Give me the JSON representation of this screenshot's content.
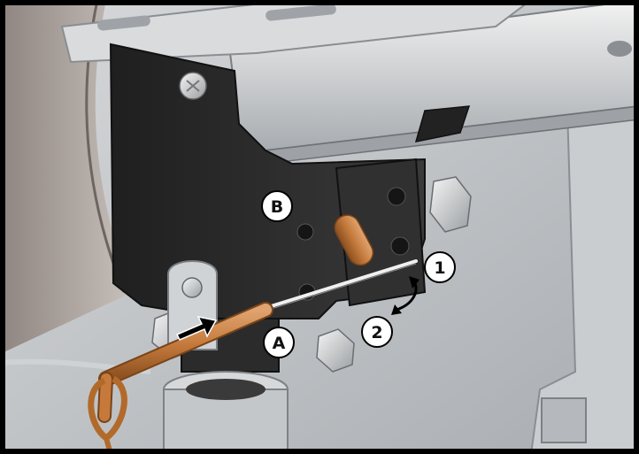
{
  "callouts": {
    "a": "A",
    "b": "B",
    "one": "1",
    "two": "2"
  },
  "colors": {
    "frame": "#000000",
    "background_metal": "#bfc3c6",
    "bracket_plate": "#2a2a2a",
    "pin": "#c57a3c",
    "rod_silver": "#e6e6e6",
    "callout_fill": "#ffffff",
    "arrow": "#000000"
  },
  "icons": {
    "direction_arrow": "push-arrow-icon",
    "rotation_arrow": "rotate-arrow-icon"
  }
}
